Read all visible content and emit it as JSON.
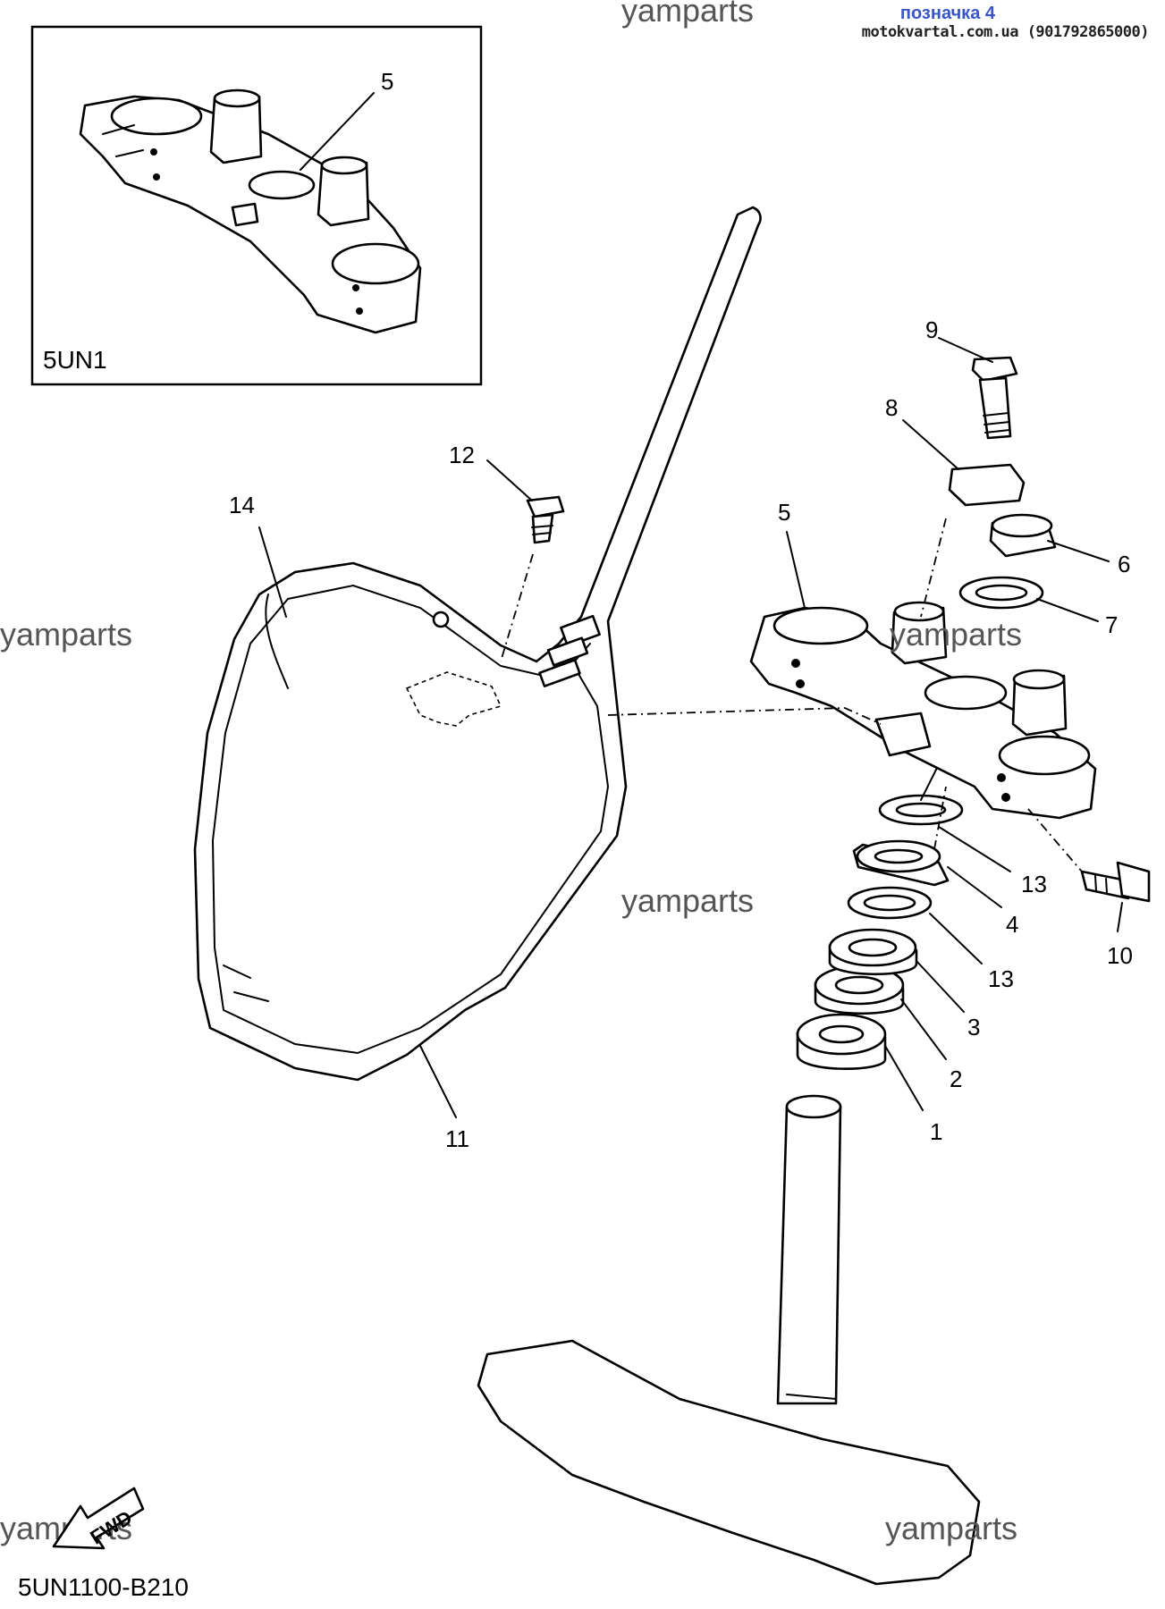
{
  "header": {
    "tag": "позначка 4",
    "site": "motokvartal.com.ua (901792865000)"
  },
  "watermarks": [
    "yamparts",
    "yamparts",
    "yamparts",
    "yamparts",
    "yamparts",
    "yamparts"
  ],
  "inset": {
    "model_code": "5UN1",
    "part_ref": "5"
  },
  "callouts": {
    "p1": "1",
    "p2": "2",
    "p3": "3",
    "p4": "4",
    "p5": "5",
    "p6": "6",
    "p7": "7",
    "p8": "8",
    "p9": "9",
    "p10": "10",
    "p11": "11",
    "p12": "12",
    "p13a": "13",
    "p13b": "13",
    "p14": "14"
  },
  "fwd_arrow_label": "FWD",
  "figure_code": "5UN1100-B210"
}
